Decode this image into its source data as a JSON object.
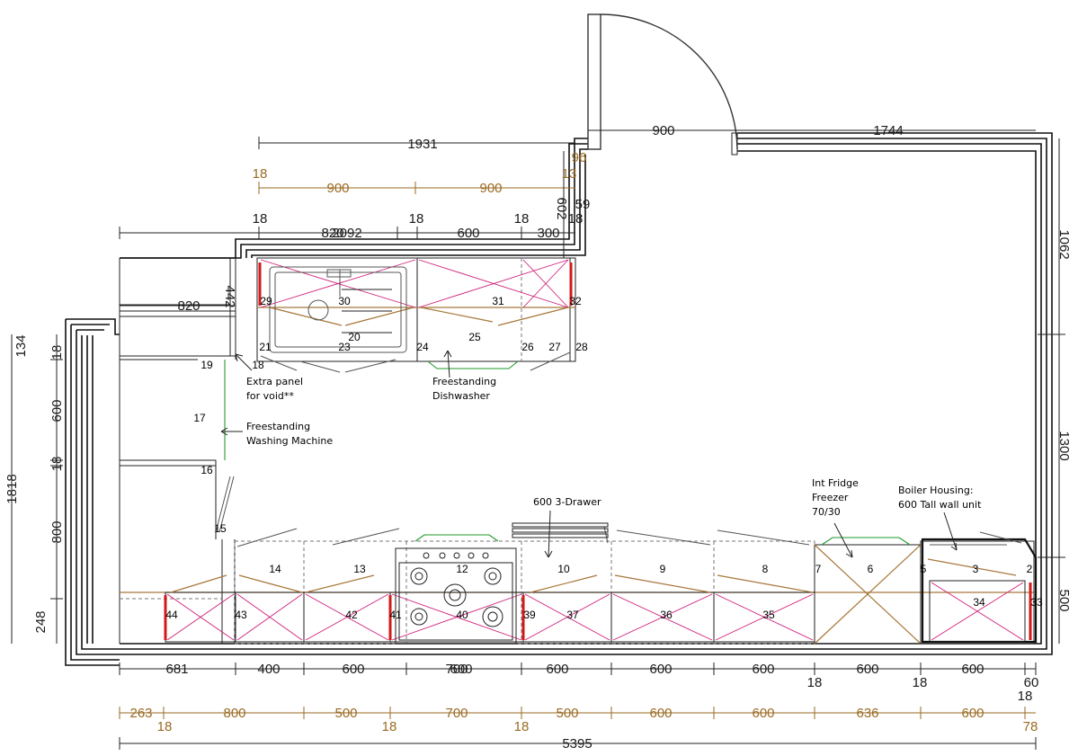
{
  "dims_black": {
    "d1931": "1931",
    "d900_door": "900",
    "d1744": "1744",
    "d18_a": "18",
    "d820_overlap": "820",
    "d2092": "2092",
    "d18_b": "18",
    "d600_top": "600",
    "d18_c": "18",
    "d300": "300",
    "d602": "602",
    "d59": "59",
    "d18_d": "18",
    "d820": "820",
    "d442": "442",
    "d1062": "1062",
    "d1300": "1300",
    "d500_right": "500",
    "d134": "134",
    "d18_l1": "18",
    "d600_left": "600",
    "d18_l2": "18",
    "d1818": "1818",
    "d800_left": "800",
    "d248": "248",
    "b681": "681",
    "b400": "400",
    "b600a": "600",
    "b700": "700",
    "b600b": "600",
    "b600c": "600",
    "b600d": "600",
    "b18a": "18",
    "b600e": "600",
    "b18b": "18",
    "b600f": "600",
    "b60": "60",
    "b18c": "18",
    "total5395": "5395"
  },
  "dims_brown": {
    "t18": "18",
    "t900a": "900",
    "t900b": "900",
    "t13": "13",
    "t96": "96",
    "b263": "263",
    "b18a": "18",
    "b800": "800",
    "b500a": "500",
    "b18b": "18",
    "b700": "700",
    "b18c": "18",
    "b500b": "500",
    "b600a": "600",
    "b600b": "600",
    "b636": "636",
    "b600c": "600",
    "b78": "78"
  },
  "tags": {
    "n2": "2",
    "n3": "3",
    "n5": "5",
    "n6": "6",
    "n7": "7",
    "n8": "8",
    "n9": "9",
    "n10": "10",
    "n12": "12",
    "n13": "13",
    "n14": "14",
    "n15": "15",
    "n16": "16",
    "n17": "17",
    "n18": "18",
    "n19": "19",
    "n20": "20",
    "n21": "21",
    "n23": "23",
    "n24": "24",
    "n25": "25",
    "n26": "26",
    "n27": "27",
    "n28": "28",
    "n29": "29",
    "n30": "30",
    "n31": "31",
    "n32": "32",
    "n33": "33",
    "n34": "34",
    "n35": "35",
    "n36": "36",
    "n37": "37",
    "n39": "39",
    "n40": "40",
    "n41": "41",
    "n42": "42",
    "n43": "43",
    "n44": "44"
  },
  "notes": {
    "extra_panel_1": "Extra panel",
    "extra_panel_2": "for void**",
    "dishwasher_1": "Freestanding",
    "dishwasher_2": "Dishwasher",
    "washer_1": "Freestanding",
    "washer_2": "Washing Machine",
    "drawer": "600 3-Drawer",
    "fridge_1": "Int Fridge",
    "fridge_2": "Freezer",
    "fridge_3": "70/30",
    "boiler_1": "Boiler Housing:",
    "boiler_2": "600 Tall wall unit"
  },
  "colors": {
    "wall": "#111111",
    "dimension_black": "#1a1a1a",
    "dimension_brown": "#9a6a22",
    "wall_unit_cross": "#d0207a",
    "door_swing": "#a8773a",
    "end_panel": "#d21a1a",
    "appliance_outline": "#1f9a2a"
  }
}
